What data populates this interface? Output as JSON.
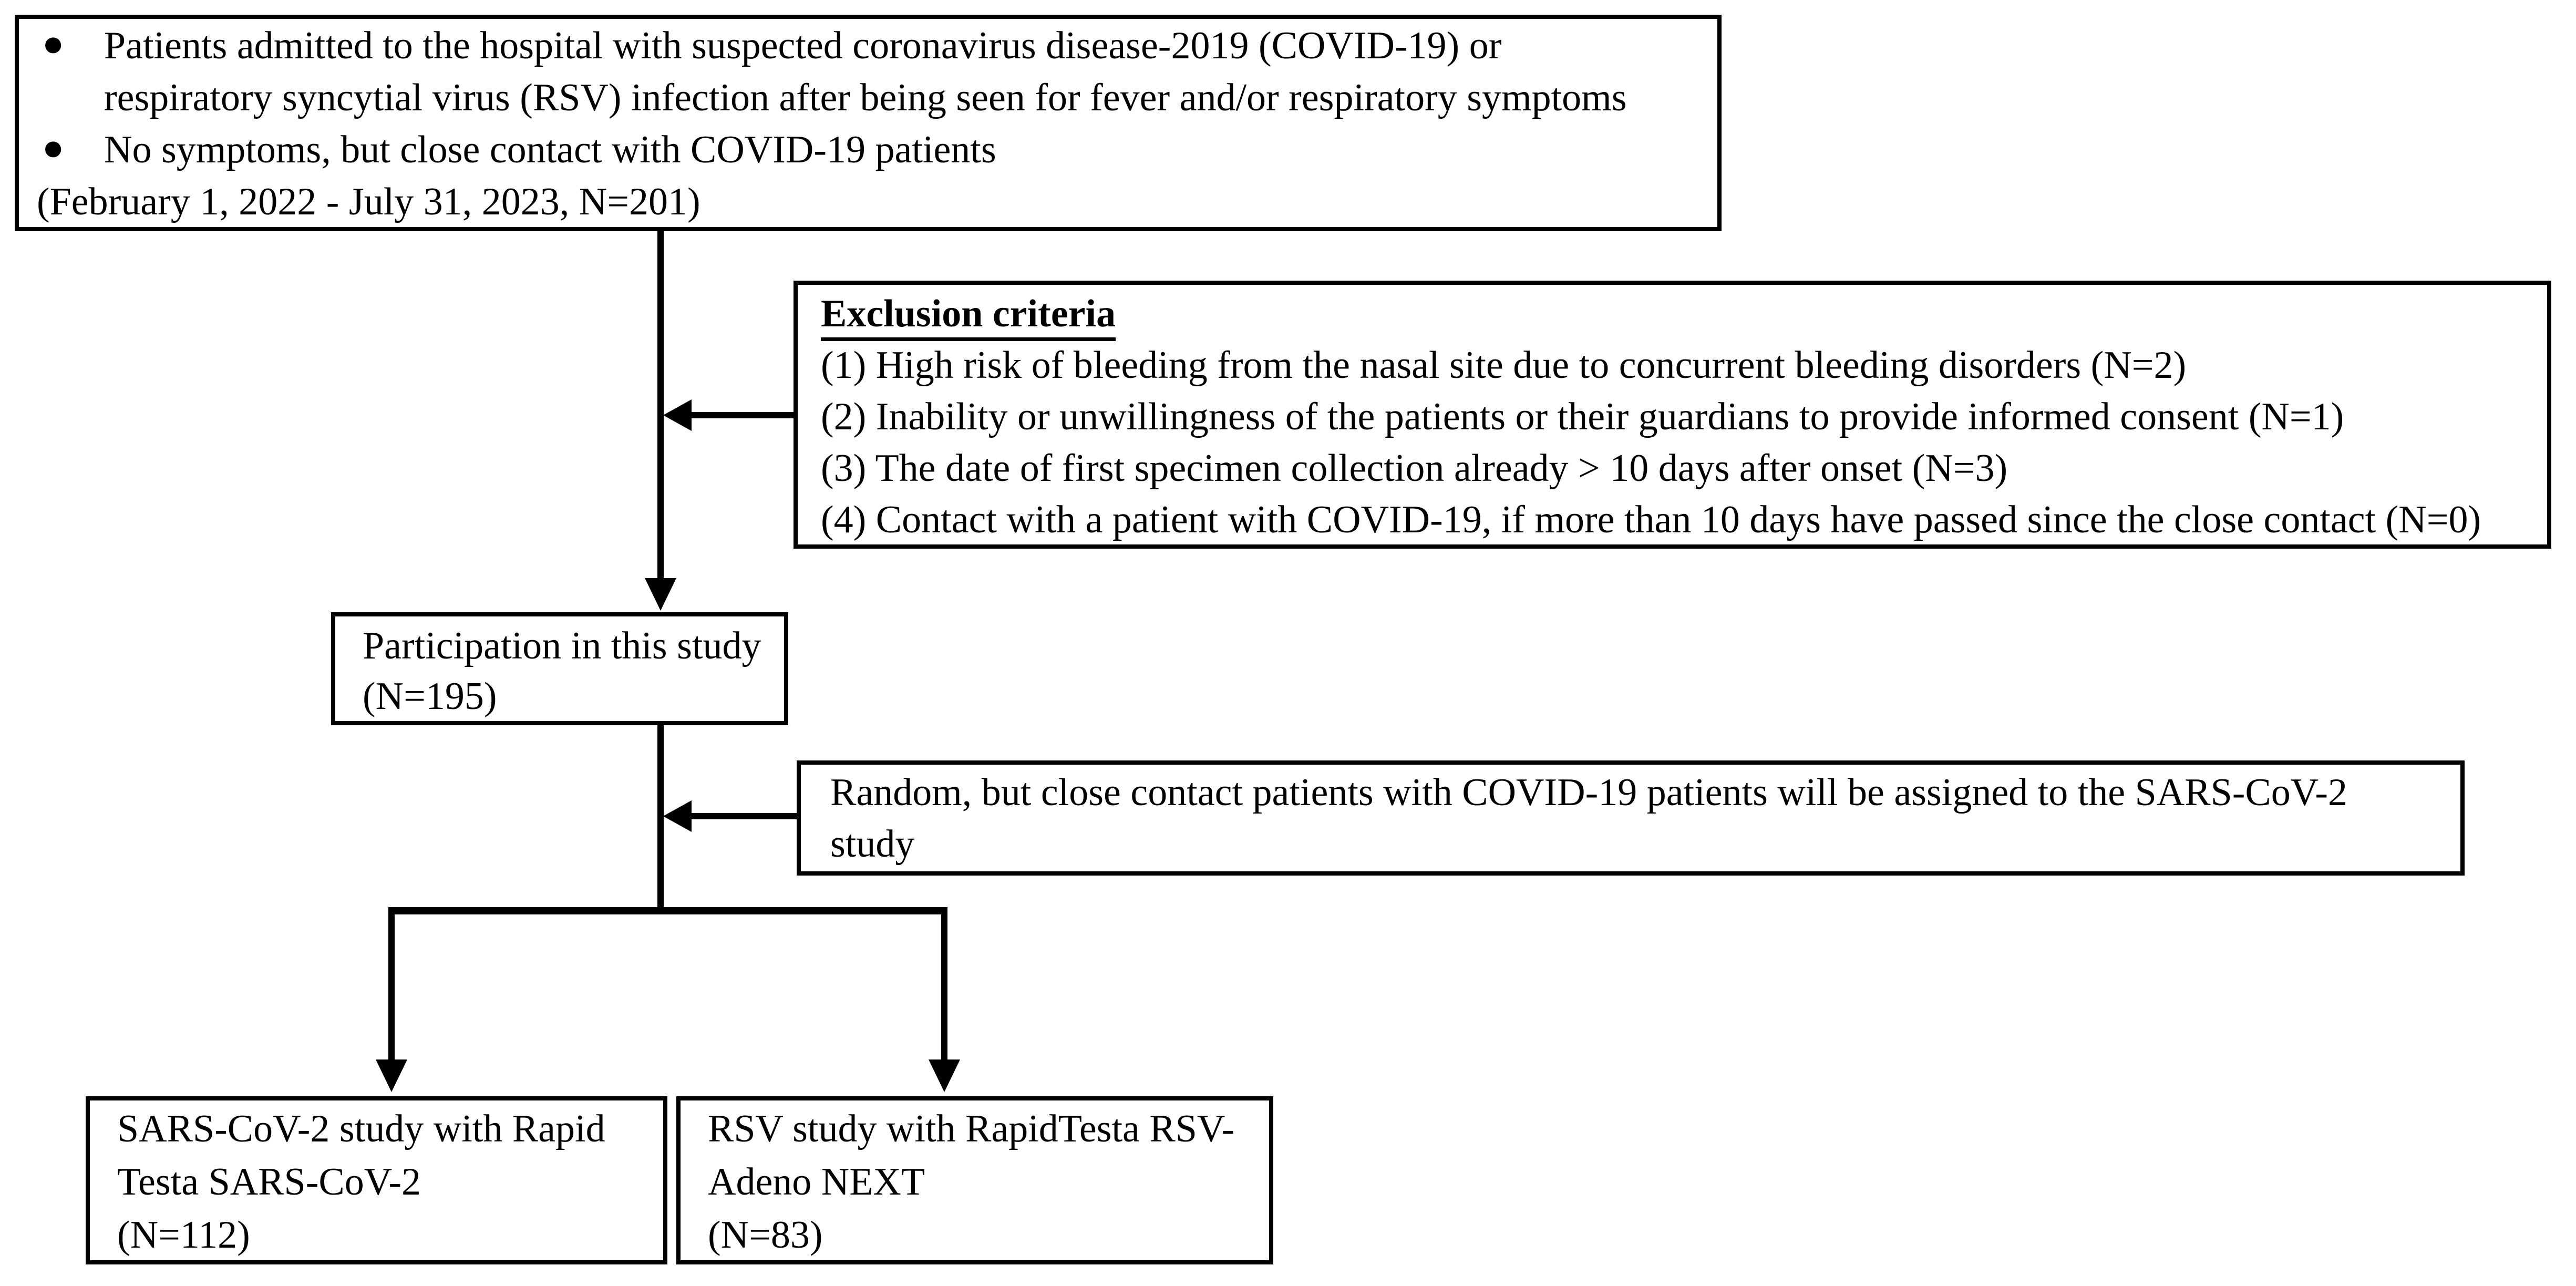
{
  "figure": {
    "background": "#ffffff",
    "line_color": "#000000",
    "text_color": "#000000",
    "bullet_icon": "●"
  },
  "enrollment_box": {
    "bullet1_line1": "Patients admitted to the hospital with suspected coronavirus disease-2019 (COVID-19) or",
    "bullet1_line2": "respiratory syncytial virus (RSV) infection after being seen for fever and/or respiratory symptoms",
    "bullet2": "No symptoms, but close contact with COVID-19 patients",
    "date_line": "(February 1, 2022 - July 31, 2023, N=201)"
  },
  "exclusion_box": {
    "title": "Exclusion criteria",
    "item1": "(1) High risk of bleeding from the nasal site due to concurrent bleeding disorders (N=2)",
    "item2": "(2) Inability or unwillingness of the patients or their guardians to provide informed consent (N=1)",
    "item3": "(3) The date of first specimen collection already > 10 days after onset (N=3)",
    "item4": "(4) Contact with a patient with COVID-19, if more than 10 days have passed since the close contact (N=0)"
  },
  "participation_box": {
    "line1": "Participation in this study",
    "line2": "(N=195)"
  },
  "random_box": {
    "line1": "Random, but close contact patients with COVID-19 patients will be assigned to the SARS-CoV-2",
    "line2": "study"
  },
  "sars_arm_box": {
    "line1": "SARS-CoV-2 study with Rapid",
    "line2": "Testa SARS-CoV-2",
    "line3": "(N=112)"
  },
  "rsv_arm_box": {
    "line1": "RSV study with RapidTesta RSV-",
    "line2": "Adeno NEXT",
    "line3": "(N=83)"
  }
}
